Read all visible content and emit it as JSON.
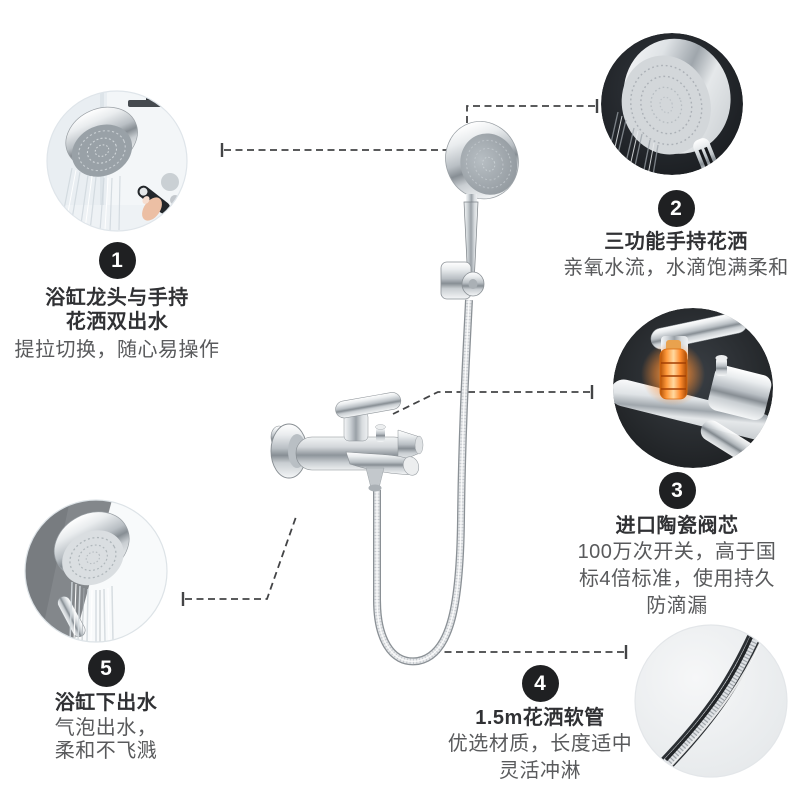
{
  "page": {
    "background": "#ffffff",
    "type": "product-feature-infographic"
  },
  "colors": {
    "badge_bg": "#1f2022",
    "badge_text": "#ffffff",
    "title": "#303134",
    "desc": "#595a5c",
    "connector": "#434446",
    "cartridge_glow": "#ff8c2e"
  },
  "callouts": [
    {
      "badge": "1",
      "title_lines": [
        "浴缸龙头与手持",
        "花洒双出水"
      ],
      "desc_lines": [
        "提拉切换，随心易操作"
      ],
      "photo": "wall-mounted-shower-head-spraying-photo"
    },
    {
      "badge": "2",
      "title_lines": [
        "三功能手持花洒"
      ],
      "desc_lines": [
        "亲氧水流，水滴饱满柔和"
      ],
      "photo": "handheld-shower-face-spray-photo"
    },
    {
      "badge": "3",
      "title_lines": [
        "进口陶瓷阀芯"
      ],
      "desc_lines": [
        "100万次开关，高于国",
        "标4倍标准，使用持久",
        "防滴漏"
      ],
      "photo": "faucet-ceramic-cartridge-glow-photo"
    },
    {
      "badge": "4",
      "title_lines": [
        "1.5m花洒软管"
      ],
      "desc_lines": [
        "优选材质，长度适中",
        "灵活冲淋"
      ],
      "photo": "flexible-shower-hose-closeup-photo"
    },
    {
      "badge": "5",
      "title_lines": [
        "浴缸下出水"
      ],
      "desc_lines": [
        "气泡出水，",
        "柔和不飞溅"
      ],
      "photo": "bathtub-spout-water-flow-photo"
    }
  ],
  "product": {
    "name": "bathtub-shower-faucet-set-illustration",
    "parts": [
      "handheld-shower-head",
      "shower-bracket",
      "shower-hose",
      "bathtub-mixer-faucet",
      "tub-spout"
    ]
  }
}
